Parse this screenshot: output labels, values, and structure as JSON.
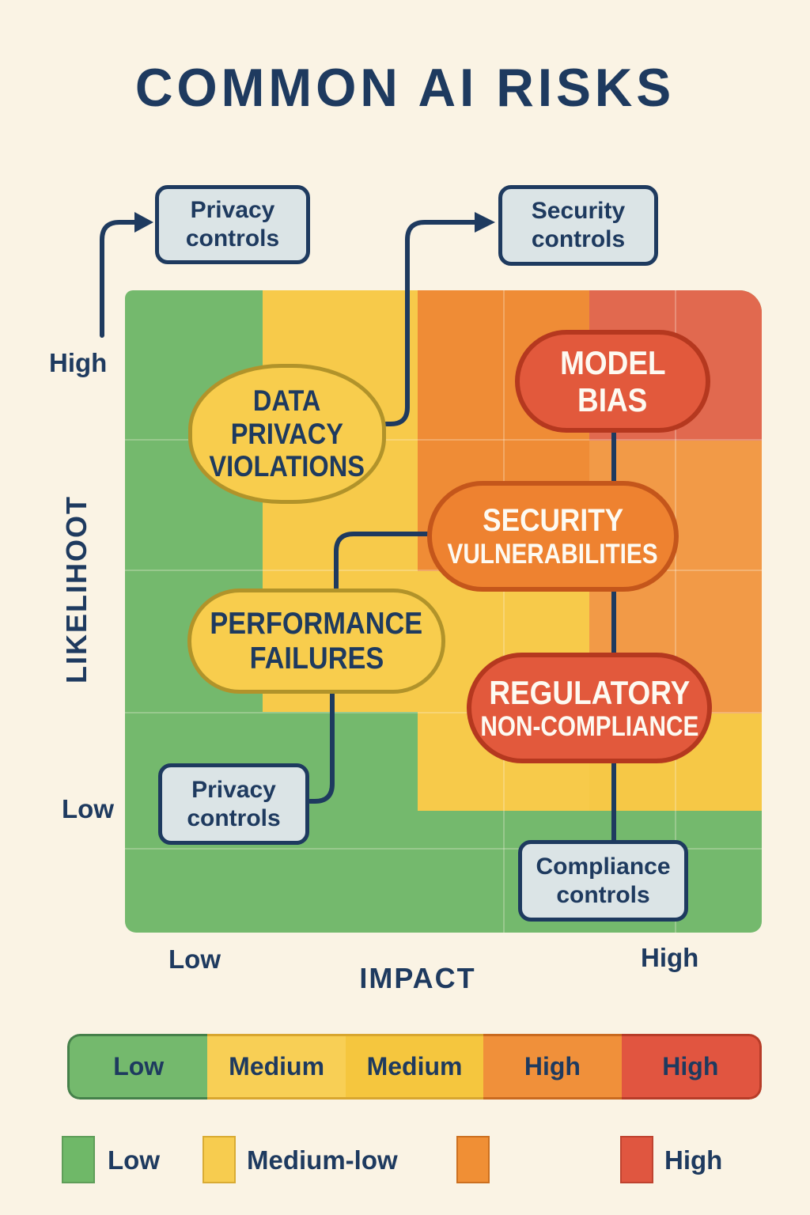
{
  "title": "COMMON AI RISKS",
  "axes": {
    "y": {
      "label": "LIKELIHOOT",
      "high": "High",
      "low": "Low"
    },
    "x": {
      "label": "IMPACT",
      "low": "Low",
      "high": "High"
    }
  },
  "controls": {
    "privacy_top": {
      "line1": "Privacy",
      "line2": "controls"
    },
    "security_top": {
      "line1": "Security",
      "line2": "controls"
    },
    "privacy_bottom": {
      "line1": "Privacy",
      "line2": "controls"
    },
    "compliance": {
      "line1": "Compliance",
      "line2": "controls"
    }
  },
  "risks": {
    "data_privacy": {
      "lines": [
        "DATA",
        "PRIVACY",
        "VIOLATIONS"
      ]
    },
    "model_bias": {
      "lines": [
        "MODEL",
        "BIAS"
      ]
    },
    "security_vulnerabilities": {
      "lines": [
        "SECURITY",
        "VULNERABILITIES"
      ]
    },
    "performance_failures": {
      "lines": [
        "PERFORMANCE",
        "FAILURES"
      ]
    },
    "regulatory_non_compliance": {
      "lines": [
        "REGULATORY",
        "NON-COMPLIANCE"
      ]
    }
  },
  "legend_bar": {
    "segments": [
      {
        "label": "Low",
        "color": "#74b96d"
      },
      {
        "label": "Medium",
        "color": "#f8cf55"
      },
      {
        "label": "Medium",
        "color": "#f5c63e"
      },
      {
        "label": "High",
        "color": "#f0903a"
      },
      {
        "label": "High",
        "color": "#e15540"
      }
    ]
  },
  "swatch_legend": {
    "items": [
      {
        "label": "Low",
        "color": "#6fb868"
      },
      {
        "label": "Medium-low",
        "color": "#f7cc4f"
      },
      {
        "label": "",
        "color": "#f08f35"
      },
      {
        "label": "High",
        "color": "#e05640"
      }
    ]
  },
  "matrix": {
    "zone_colors": {
      "low": "#74b96d",
      "medium_low": "#f7ca4a",
      "medium_high": "#ef8c36",
      "high_zone": "#e1694f"
    }
  },
  "colors": {
    "background": "#faf3e4",
    "navy": "#1e3a5f",
    "control_box_fill": "#dbe4e6",
    "yellow_bubble_fill": "#f8cd4d",
    "yellow_bubble_border": "#b1932a",
    "orange_bubble_fill": "#ee8230",
    "orange_bubble_border": "#c4561b",
    "red_bubble_fill": "#e2593c",
    "red_bubble_border": "#b5381f"
  }
}
